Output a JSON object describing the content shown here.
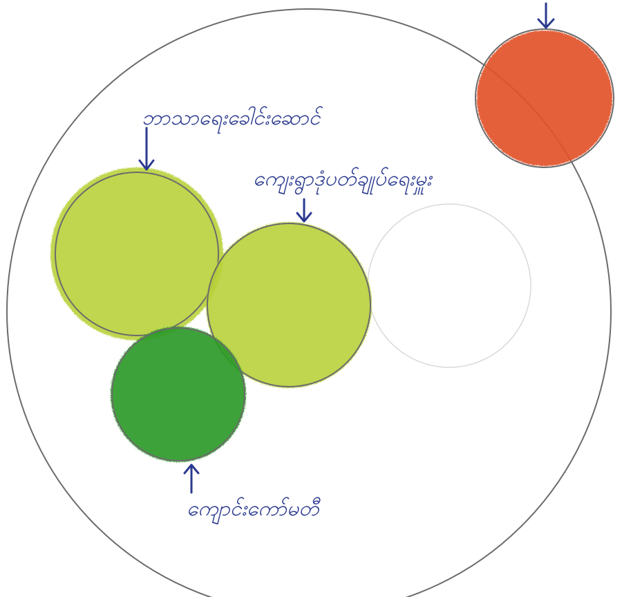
{
  "labels": {
    "top_left_circle": "ဘာသာရေးခေါင်းဆောင်",
    "middle_circle": "ကျေးရွာဒုံပတ်ချုပ်ရေးမှူး",
    "bottom_circle": "ကျောင်းကော်မတီ"
  },
  "colors": {
    "light_green": "#b9d23a",
    "dark_green": "#2f9b2c",
    "orange_red": "#e2532b",
    "ink_blue": "#2b3a8f",
    "outline_gray": "#6b6b6b"
  },
  "circles": [
    {
      "name": "light-green-circle-left",
      "color": "light_green"
    },
    {
      "name": "light-green-circle-middle",
      "color": "light_green"
    },
    {
      "name": "dark-green-circle",
      "color": "dark_green"
    },
    {
      "name": "empty-circle",
      "color": "none"
    },
    {
      "name": "orange-circle",
      "color": "orange_red"
    }
  ]
}
